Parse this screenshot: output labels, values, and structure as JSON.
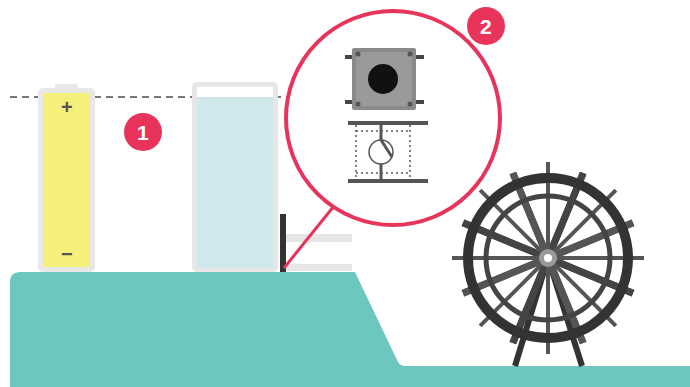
{
  "diagram": {
    "nodes": [
      {
        "text": [
          "+",
          "−"
        ]
      }
    ],
    "labels": [
      "1",
      "2"
    ]
  }
}
